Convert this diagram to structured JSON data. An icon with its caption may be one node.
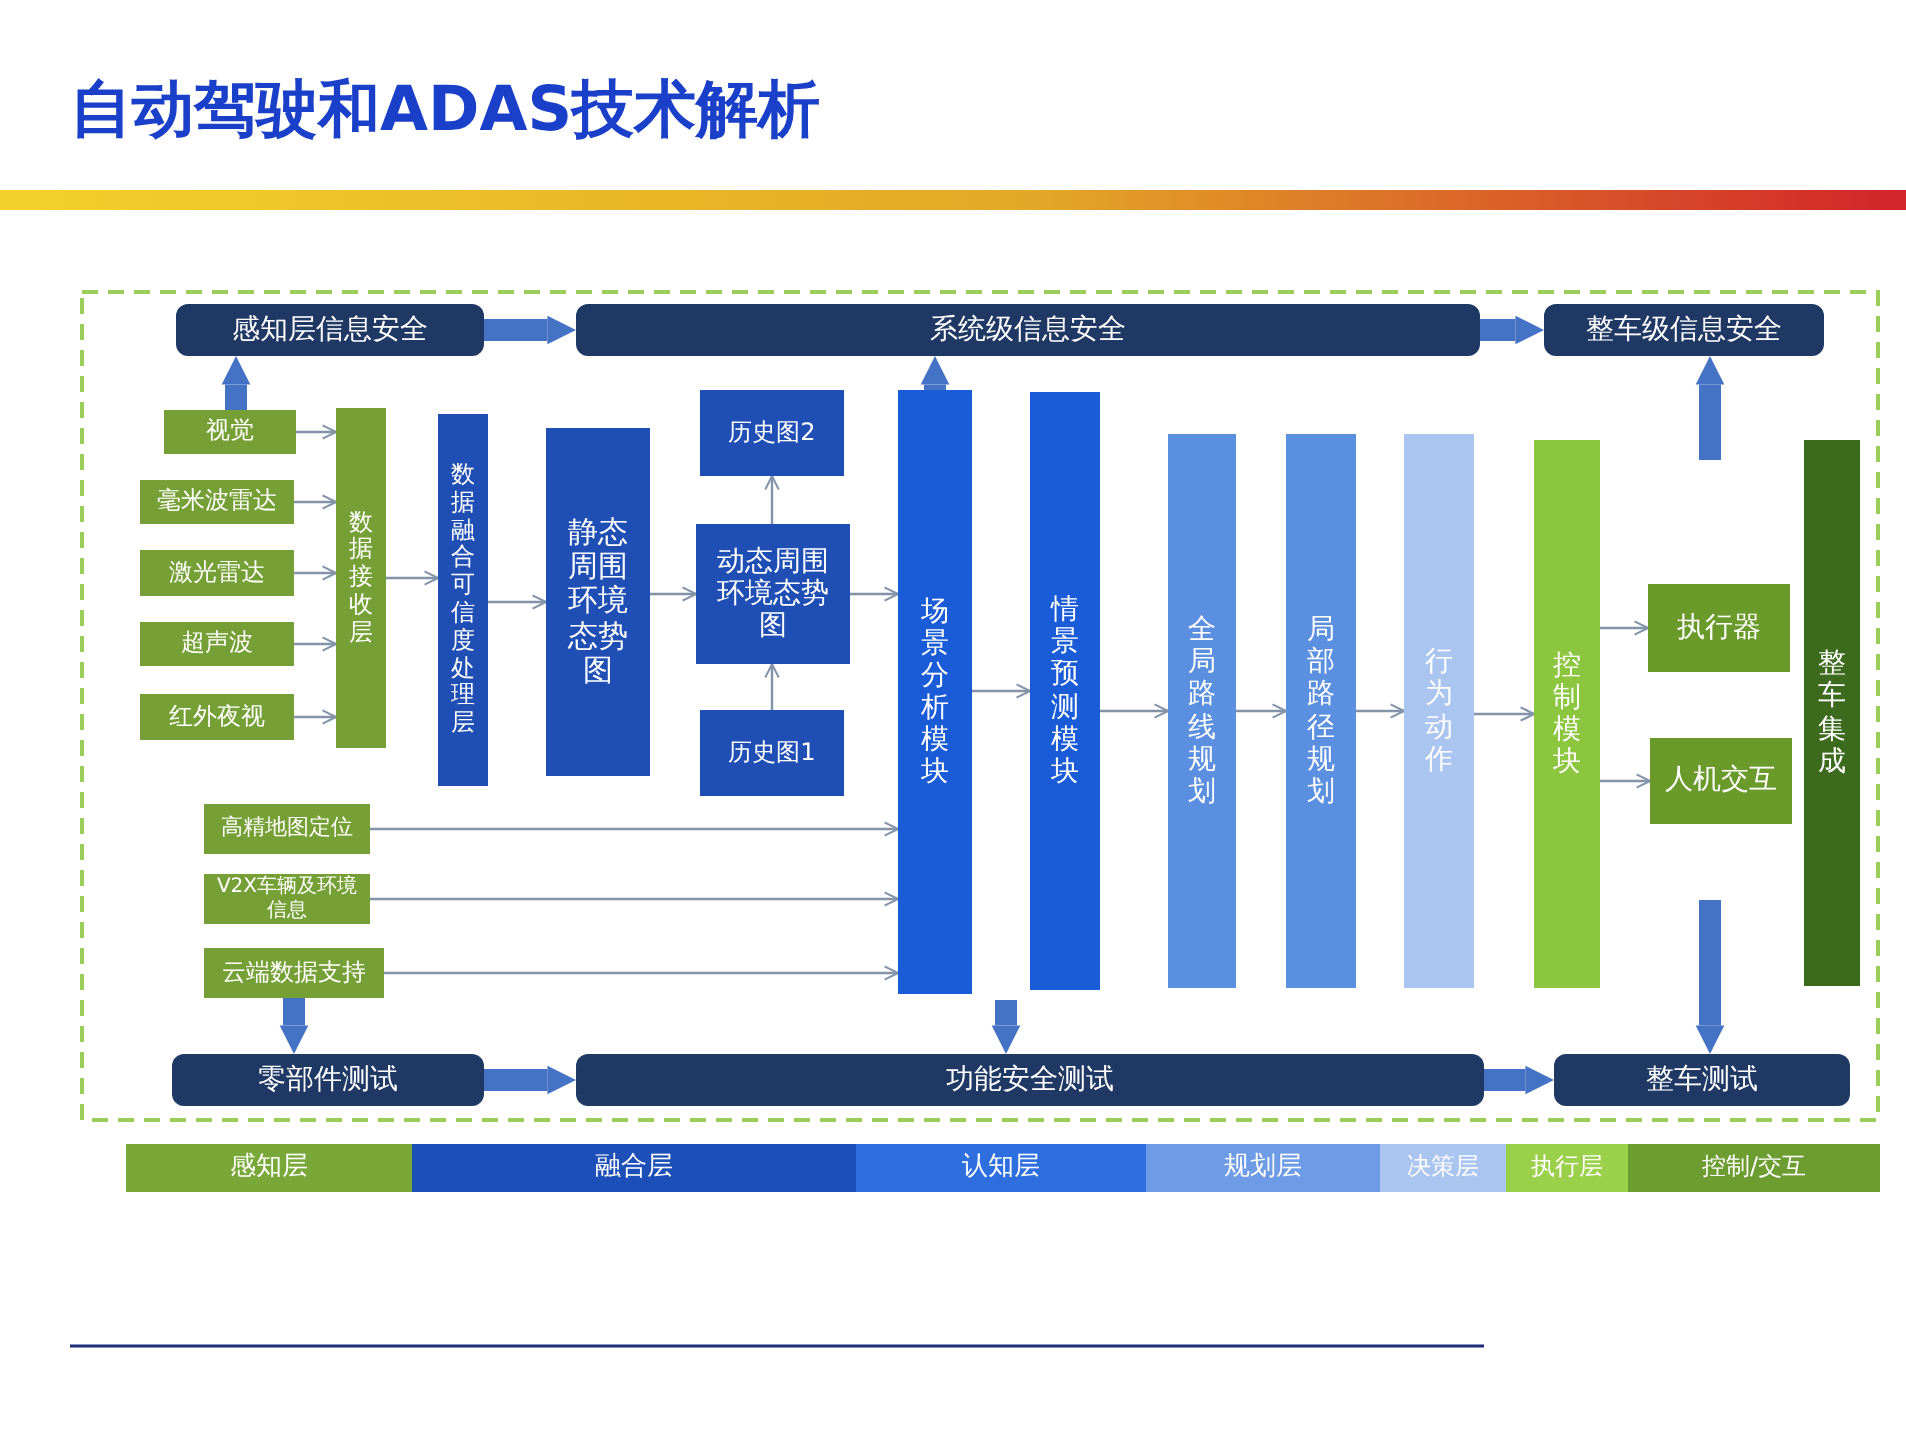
{
  "diagram": {
    "title": "自动驾驶和ADAS技术解析",
    "nodes": [
      {
        "text": [
          "感知层信息安全"
        ]
      },
      {
        "text": [
          "系统级信息安全"
        ]
      },
      {
        "text": [
          "整车级信息安全"
        ]
      },
      {
        "text": [
          "视觉"
        ]
      },
      {
        "text": [
          "毫米波雷达"
        ]
      },
      {
        "text": [
          "激光雷达"
        ]
      },
      {
        "text": [
          "超声波"
        ]
      },
      {
        "text": [
          "红外夜视"
        ]
      },
      {
        "text": [
          "数据接收层"
        ]
      },
      {
        "text": [
          "数据融合可信度处理层"
        ]
      },
      {
        "text": [
          "静态周围环境态势图"
        ]
      },
      {
        "text": [
          "历史图2"
        ]
      },
      {
        "text": [
          "动态周围环境态势图"
        ]
      },
      {
        "text": [
          "历史图1"
        ]
      },
      {
        "text": [
          "场景分析模块"
        ]
      },
      {
        "text": [
          "情景预测模块"
        ]
      },
      {
        "text": [
          "全局路线规划"
        ]
      },
      {
        "text": [
          "局部路径规划"
        ]
      },
      {
        "text": [
          "行为动作"
        ]
      },
      {
        "text": [
          "控制模块"
        ]
      },
      {
        "text": [
          "执行器"
        ]
      },
      {
        "text": [
          "人机交互"
        ]
      },
      {
        "text": [
          "整车集成"
        ]
      },
      {
        "text": [
          "高精地图定位"
        ]
      },
      {
        "text": [
          "V2X车辆及环境信息"
        ]
      },
      {
        "text": [
          "云端数据支持"
        ]
      },
      {
        "text": [
          "零部件测试"
        ]
      },
      {
        "text": [
          "功能安全测试"
        ]
      },
      {
        "text": [
          "整车测试"
        ]
      },
      {
        "text": [
          "感知层"
        ]
      },
      {
        "text": [
          "融合层"
        ]
      },
      {
        "text": [
          "认知层"
        ]
      },
      {
        "text": [
          "规划层"
        ]
      },
      {
        "text": [
          "决策层"
        ]
      },
      {
        "text": [
          "执行层"
        ]
      },
      {
        "text": [
          "控制/交互"
        ]
      }
    ],
    "edges": [
      {
        "from": 0,
        "to": 1,
        "arrow": "to",
        "style": "thick",
        "color": "#4472c4"
      },
      {
        "from": 1,
        "to": 2,
        "arrow": "to",
        "style": "thick",
        "color": "#4472c4"
      },
      {
        "from": 3,
        "to": 0,
        "arrow": "to",
        "style": "thick",
        "color": "#4472c4"
      },
      {
        "from": 14,
        "to": 1,
        "arrow": "to",
        "style": "thick",
        "color": "#4472c4"
      },
      {
        "from": null,
        "to": 2,
        "arrow": "to",
        "style": "thick",
        "color": "#4472c4"
      },
      {
        "from": 3,
        "to": 8,
        "arrow": "to"
      },
      {
        "from": 4,
        "to": 8,
        "arrow": "to"
      },
      {
        "from": 5,
        "to": 8,
        "arrow": "to"
      },
      {
        "from": 6,
        "to": 8,
        "arrow": "to"
      },
      {
        "from": 7,
        "to": 8,
        "arrow": "to"
      },
      {
        "from": 8,
        "to": 9,
        "arrow": "to"
      },
      {
        "from": 9,
        "to": 10,
        "arrow": "to"
      },
      {
        "from": 10,
        "to": 12,
        "arrow": "to"
      },
      {
        "from": 12,
        "to": 11,
        "arrow": "to"
      },
      {
        "from": 13,
        "to": 12,
        "arrow": "to"
      },
      {
        "from": 12,
        "to": 14,
        "arrow": "to"
      },
      {
        "from": 23,
        "to": 14,
        "arrow": "to"
      },
      {
        "from": 24,
        "to": 14,
        "arrow": "to"
      },
      {
        "from": 25,
        "to": 14,
        "arrow": "to"
      },
      {
        "from": 14,
        "to": 15,
        "arrow": "to"
      },
      {
        "from": 15,
        "to": 16,
        "arrow": "to"
      },
      {
        "from": 16,
        "to": 17,
        "arrow": "to"
      },
      {
        "from": 17,
        "to": 18,
        "arrow": "to"
      },
      {
        "from": 18,
        "to": 19,
        "arrow": "to"
      },
      {
        "from": 19,
        "to": 20,
        "arrow": "to"
      },
      {
        "from": 19,
        "to": 21,
        "arrow": "to"
      },
      {
        "from": 25,
        "to": 26,
        "arrow": "to",
        "style": "thick",
        "color": "#4472c4"
      },
      {
        "from": null,
        "to": 27,
        "arrow": "to",
        "style": "thick",
        "color": "#4472c4"
      },
      {
        "from": null,
        "to": 28,
        "arrow": "to",
        "style": "thick",
        "color": "#4472c4"
      },
      {
        "from": 26,
        "to": 27,
        "arrow": "to",
        "style": "thick",
        "color": "#4472c4"
      },
      {
        "from": 27,
        "to": 28,
        "arrow": "to",
        "style": "thick",
        "color": "#4472c4"
      }
    ]
  }
}
